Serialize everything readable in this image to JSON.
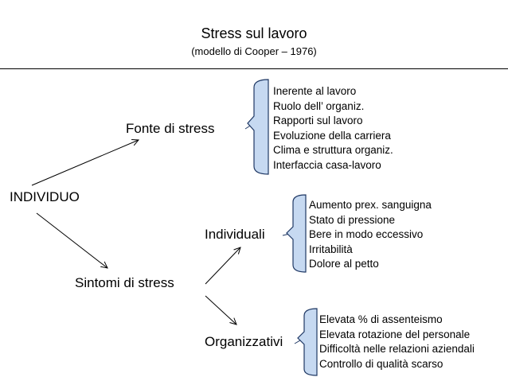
{
  "header": {
    "title": "Stress sul lavoro",
    "subtitle": "(modello di Cooper – 1976)"
  },
  "nodes": {
    "individuo": "INDIVIDUO",
    "fonte": "Fonte di stress",
    "sintomi": "Sintomi di stress",
    "individuali": "Individuali",
    "organizzativi": "Organizzativi"
  },
  "lists": {
    "fonte": [
      "Inerente al lavoro",
      "Ruolo dell’ organiz.",
      "Rapporti sul lavoro",
      "Evoluzione della carriera",
      "Clima e struttura organiz.",
      "Interfaccia casa-lavoro"
    ],
    "individuali": [
      "Aumento prex. sanguigna",
      "Stato di pressione",
      "Bere in modo eccessivo",
      "Irritabilità",
      "Dolore al petto"
    ],
    "organizzativi": [
      "Elevata % di assenteismo",
      "Elevata rotazione del personale",
      "Difficoltà nelle relazioni aziendali",
      "Controllo di qualità scarso"
    ]
  },
  "colors": {
    "bracket_fill": "#c6d9f1",
    "bracket_stroke": "#1f3864",
    "line": "#000000"
  }
}
